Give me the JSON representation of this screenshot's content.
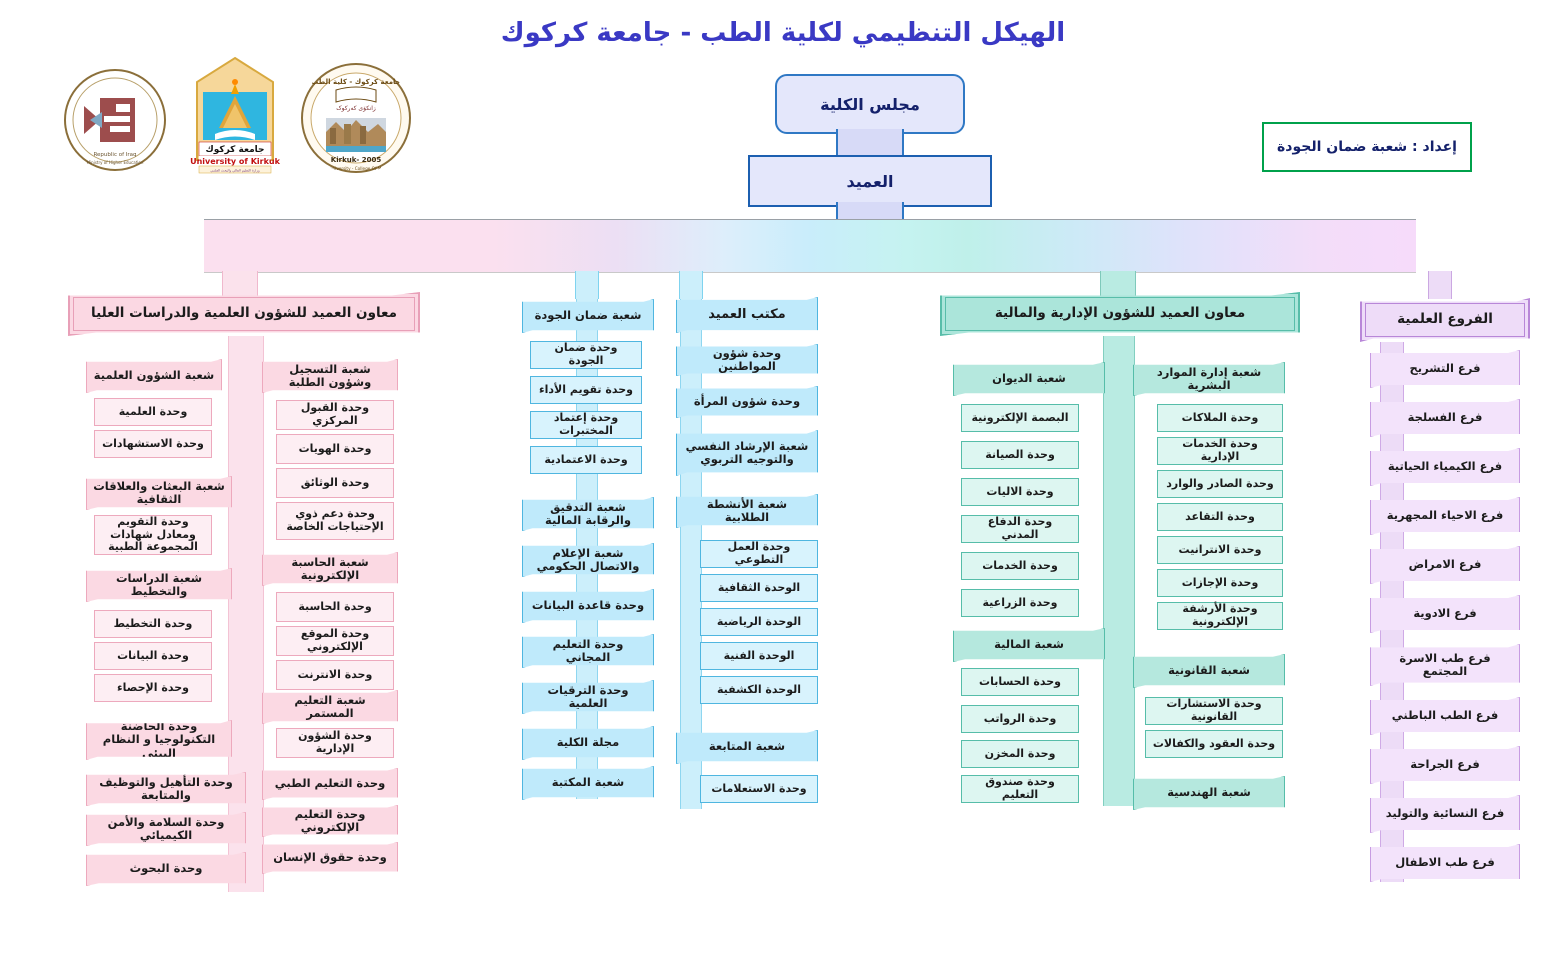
{
  "page": {
    "title": "الهيكل التنظيمي لكلية الطب - جامعة كركوك",
    "title_color": "#3a39c4",
    "prepared_by": "إعداد : شعبة ضمان الجودة",
    "prepared_border_color": "#00a14b"
  },
  "logos": [
    {
      "name": "ministry-of-higher-education-logo",
      "caption_en": "Republic of Iraq",
      "caption_en2": "Ministry of Higher Education and Scientific Research"
    },
    {
      "name": "university-of-kirkuk-logo",
      "caption_ar": "جامعة كركوك",
      "caption_en": "University of Kirkuk"
    },
    {
      "name": "college-of-medicine-logo",
      "caption_en": "Kirkuk- 2005",
      "caption_en2": "Kirkuk University - College Of Medicine"
    }
  ],
  "top": {
    "council": "مجلس الكلية",
    "dean": "العميد",
    "node_color": "#e4e7fb",
    "node_border": "#2f78c4"
  },
  "columns": {
    "scientific_affairs": {
      "head": "معاون العميد للشؤون العلمية والدراسات العليا",
      "accent": "#e8a0b8",
      "right_branch": {
        "sections": [
          {
            "title": "شعبة التسجيل وشؤون الطلبة",
            "units": [
              "وحدة القبول المركزي",
              "وحدة الهويات",
              "وحدة الوثائق",
              "وحدة دعم ذوي الإحتياجات الخاصة"
            ]
          },
          {
            "title": "شعبة الحاسبة الإلكترونية",
            "units": [
              "وحدة الحاسبة",
              "وحدة الموقع الإلكتروني",
              "وحدة الانترنت"
            ]
          },
          {
            "title": "شعبة التعليم المستمر",
            "units": [
              "وحدة الشؤون الإدارية"
            ]
          }
        ],
        "extra_units": [
          "وحدة التعليم الطبي",
          "وحدة التعليم الإلكتروني",
          "وحدة حقوق الإنسان"
        ]
      },
      "left_branch": {
        "sections": [
          {
            "title": "شعبة الشؤون العلمية",
            "units": [
              "وحدة العلمية",
              "وحدة الاستشهادات"
            ]
          },
          {
            "title": "شعبة البعثات والعلاقات الثقافية",
            "units": [
              "وحدة التقويم ومعادل شهادات المجموعة الطبية"
            ]
          },
          {
            "title": "شعبة الدراسات والتخطيط",
            "units": [
              "وحدة التخطيط",
              "وحدة البيانات",
              "وحدة الإحصاء"
            ]
          }
        ],
        "extra_units": [
          "وحدة الحاضنة التكنولوجيا و النظام البيئي",
          "وحدة التأهيل والتوظيف والمتابعة",
          "وحدة السلامة والأمن الكيميائي",
          "وحدة البحوث"
        ]
      }
    },
    "quality": {
      "accent": "#4fb6e0",
      "sections": [
        {
          "title": "شعبة ضمان الجودة",
          "units": [
            "وحدة ضمان الجودة",
            "وحدة تقويم الأداء",
            "وحدة إعتماد المختبرات",
            "وحدة الاعتمادية"
          ]
        }
      ],
      "extra_units": [
        "شعبة التدقيق والرقابة المالية",
        "شعبة الإعلام والاتصال الحكومي",
        "وحدة قاعدة البيانات",
        "وحدة التعليم المجاني",
        "وحدة الترقيات العلمية",
        "مجلة الكلية",
        "شعبة المكتبة"
      ]
    },
    "dean_office": {
      "head": "مكتب العميد",
      "accent": "#4fb6e0",
      "items": [
        "وحدة شؤون المواطنين",
        "وحدة شؤون المرأة",
        "شعبة الإرشاد النفسي والتوجيه التربوي"
      ],
      "student_activities": {
        "title": "شعبة الأنشطة الطلابية",
        "units": [
          "وحدة العمل التطوعي",
          "الوحدة الثقافية",
          "الوحدة الرياضية",
          "الوحدة الفنية",
          "الوحدة الكشفية"
        ]
      },
      "follow_up": {
        "title": "شعبة المتابعة",
        "units": [
          "وحدة الاستعلامات"
        ]
      }
    },
    "admin_financial": {
      "head": "معاون العميد للشؤون الإدارية والمالية",
      "accent": "#56bda9",
      "right_branch": {
        "sections": [
          {
            "title": "شعبة إدارة الموارد البشرية",
            "units": [
              "وحدة الملاكات",
              "وحدة الخدمات الإدارية",
              "وحدة الصادر والوارد",
              "وحدة التقاعد",
              "وحدة الانترانيت",
              "وحدة الإجازات",
              "وحدة الأرشفة الإلكترونية"
            ]
          },
          {
            "title": "شعبة القانونية",
            "units": [
              "وحدة الاستشارات القانونية",
              "وحدة العقود والكفالات"
            ]
          },
          {
            "title": "شعبة الهندسية",
            "units": []
          }
        ]
      },
      "left_branch": {
        "sections": [
          {
            "title": "شعبة الديوان",
            "units": [
              "البصمة الإلكترونية",
              "وحدة الصيانة",
              "وحدة الاليات",
              "وحدة الدفاع المدني",
              "وحدة الخدمات",
              "وحدة الزراعية"
            ]
          },
          {
            "title": "شعبة المالية",
            "units": [
              "وحدة الحسابات",
              "وحدة الرواتب",
              "وحدة المخزن",
              "وحدة صندوق التعليم"
            ]
          }
        ]
      }
    },
    "scientific_branches": {
      "head": "الفروع العلمية",
      "accent": "#b887d8",
      "items": [
        "فرع التشريح",
        "فرع الفسلجة",
        "فرع الكيمياء الحياتية",
        "فرع الاحياء المجهرية",
        "فرع الامراض",
        "فرع الادوية",
        "فرع طب الاسرة المجتمع",
        "فرع الطب الباطني",
        "فرع الجراحة",
        "فرع النسائية والتوليد",
        "فرع طب الاطفال"
      ]
    }
  }
}
